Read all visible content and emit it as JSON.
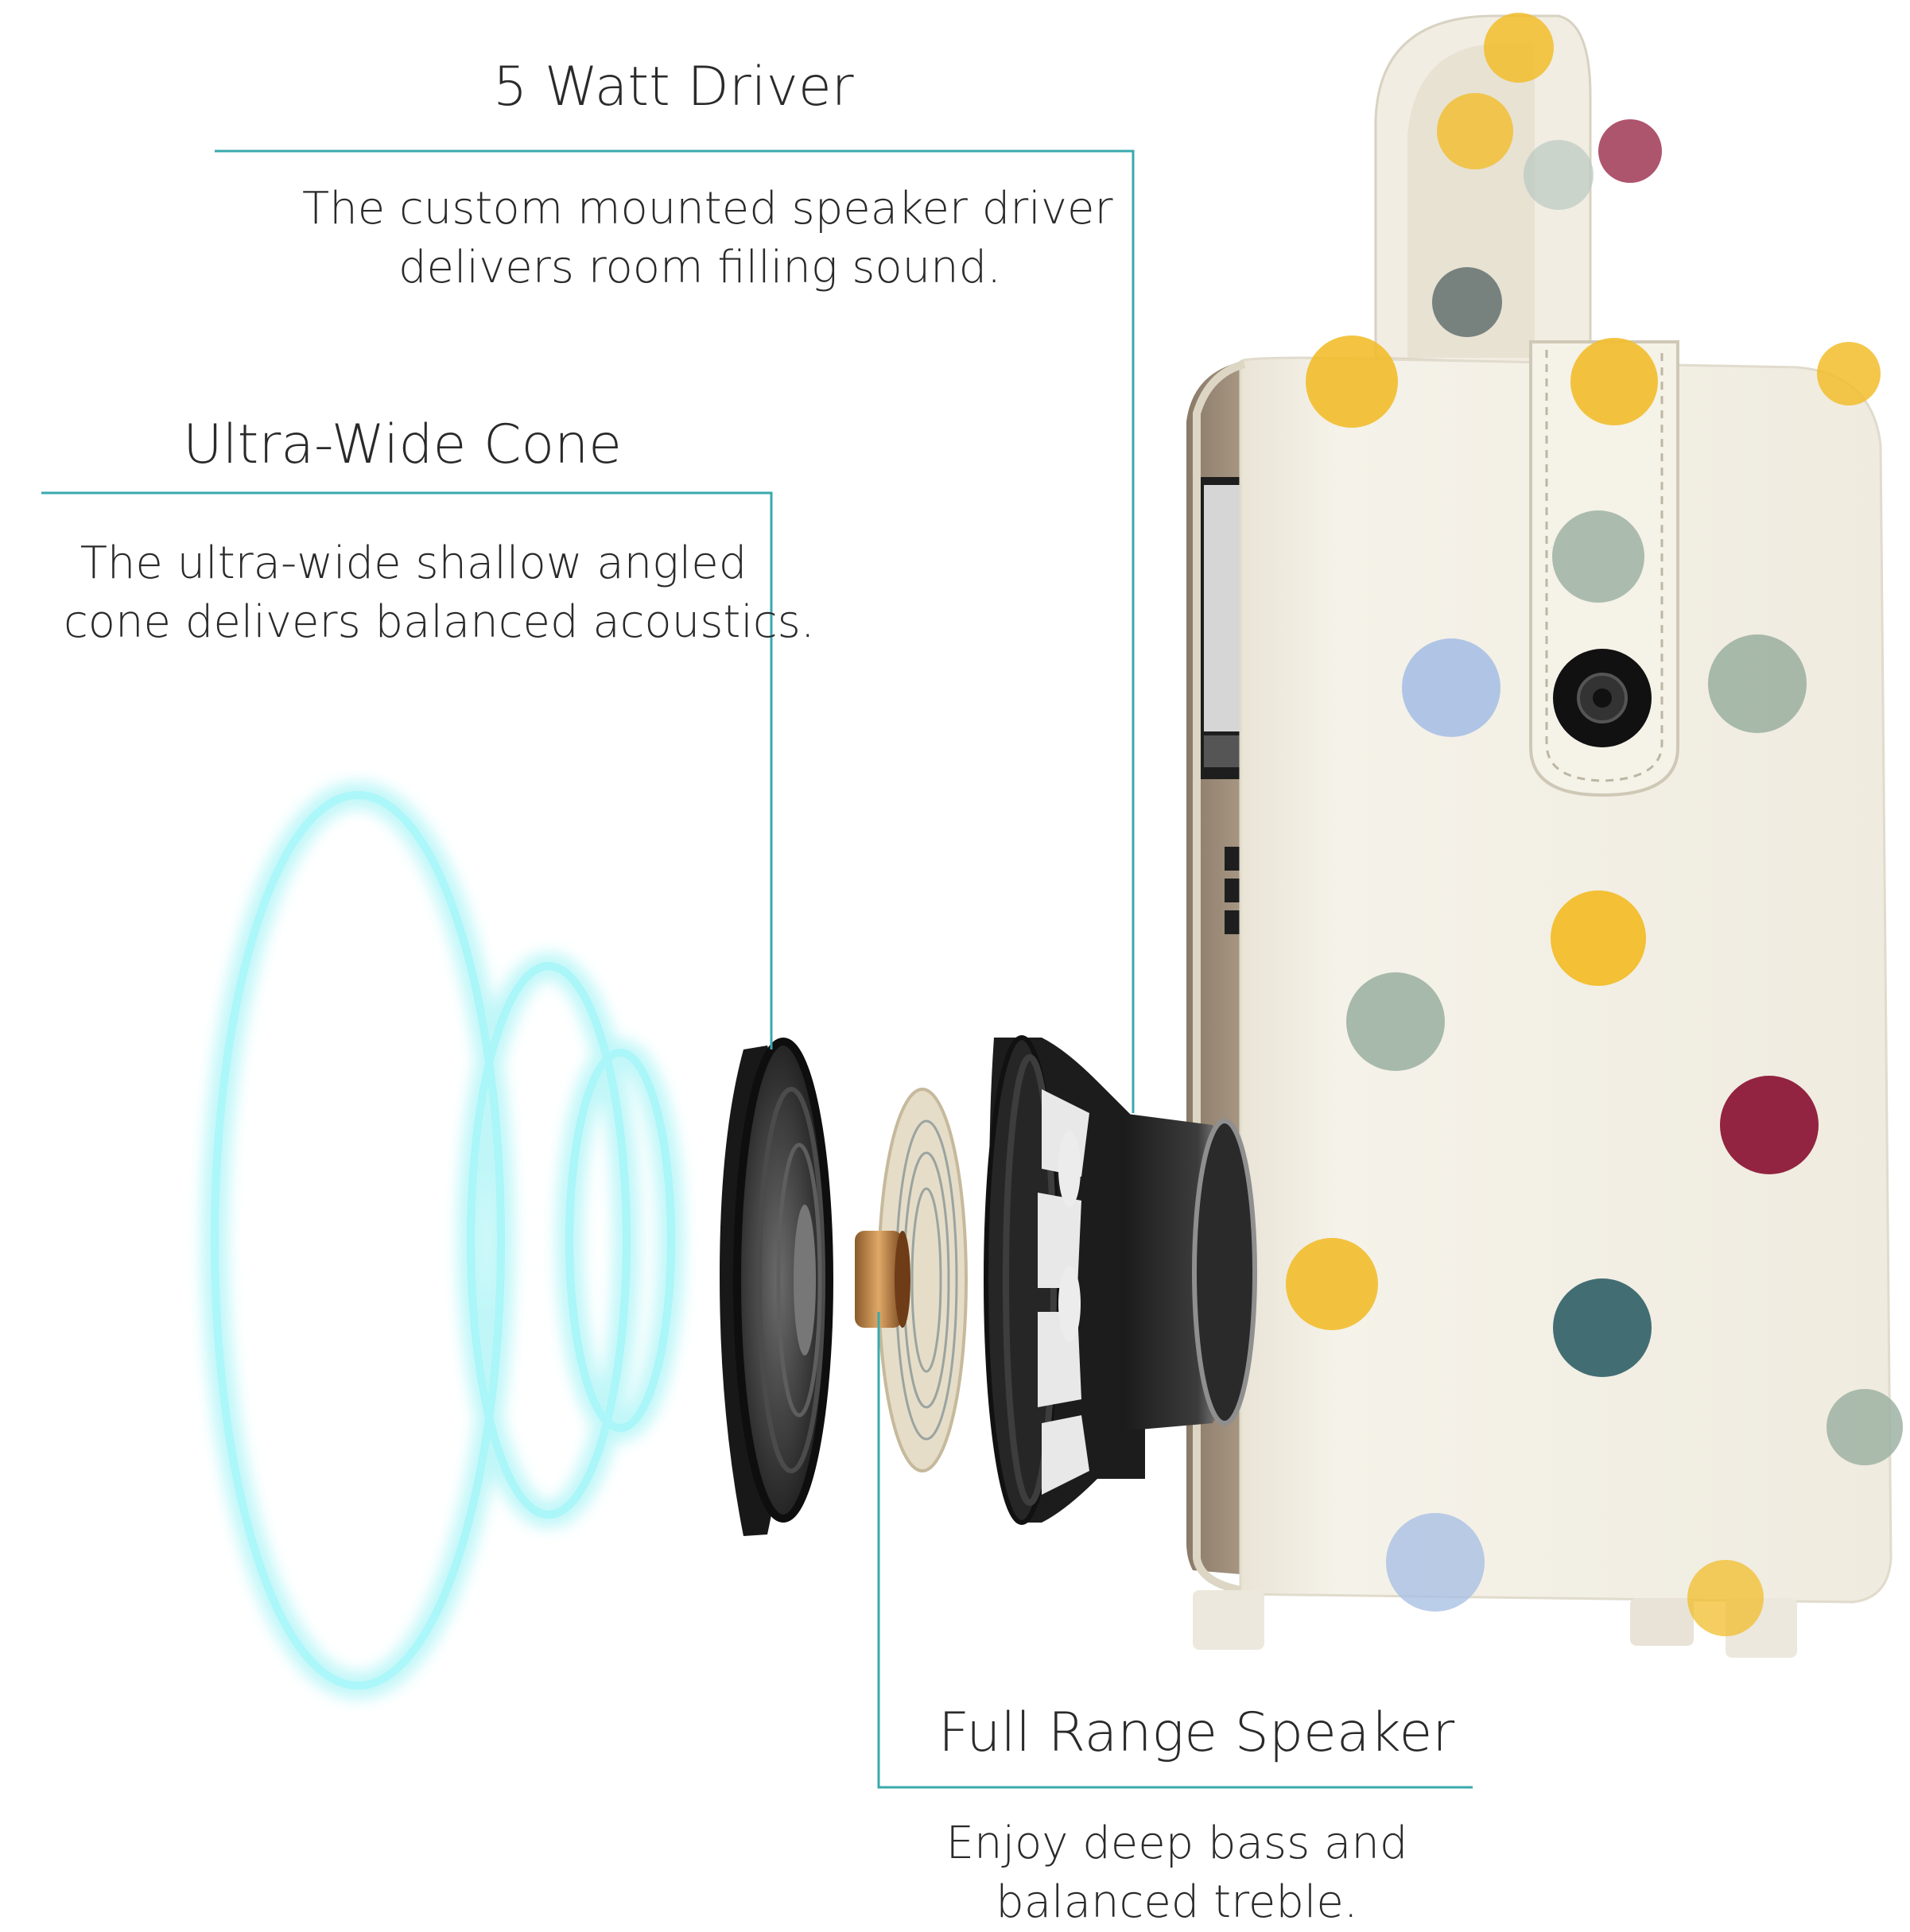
{
  "callouts": {
    "driver": {
      "title": "5 Watt Driver",
      "line1": "The custom mounted speaker driver",
      "line2": "delivers room filling sound."
    },
    "cone": {
      "title": "Ultra-Wide Cone",
      "line1": "The ultra-wide shallow angled",
      "line2": "cone delivers balanced acoustics."
    },
    "speaker": {
      "title": "Full Range Speaker",
      "line1": "Enjoy deep bass and",
      "line2": "balanced treble."
    }
  },
  "colors": {
    "accent_line": "#3aa9ad",
    "sound_wave": "#7fe8ec",
    "cabinet": "#f3efe4",
    "dot_yellow": "#f2bd2c",
    "dot_sage": "#9eb3a3",
    "dot_blue": "#a9c0e4",
    "dot_crimson": "#8c1838",
    "dot_teal": "#2f5f66"
  }
}
